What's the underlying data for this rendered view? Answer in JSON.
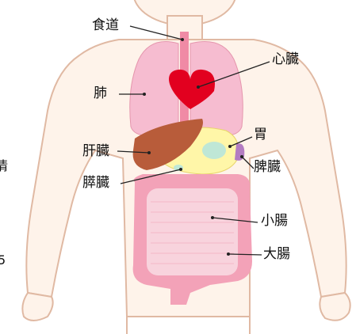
{
  "labels": {
    "esophagus": "食道",
    "heart": "心臓",
    "lung": "肺",
    "liver": "肝臓",
    "stomach": "胃",
    "spleen": "脾臓",
    "pancreas": "膵臓",
    "small_intestine": "小腸",
    "large_intestine": "大腸"
  },
  "edge_fragments": {
    "left_upper": "情",
    "left_lower": "5"
  },
  "colors": {
    "body_fill": "#fef3ea",
    "body_outline": "#e0b9a3",
    "lung": "#f6bcd0",
    "heart": "#e2001f",
    "liver": "#b85c3a",
    "stomach": "#fff6a8",
    "stomach_spot": "#bfe7d6",
    "spleen": "#b37cc2",
    "pancreas": "#f9f4b0",
    "small_intestine": "#f8d3dd",
    "large_intestine": "#f3a2b8",
    "leader_line": "#222222"
  }
}
